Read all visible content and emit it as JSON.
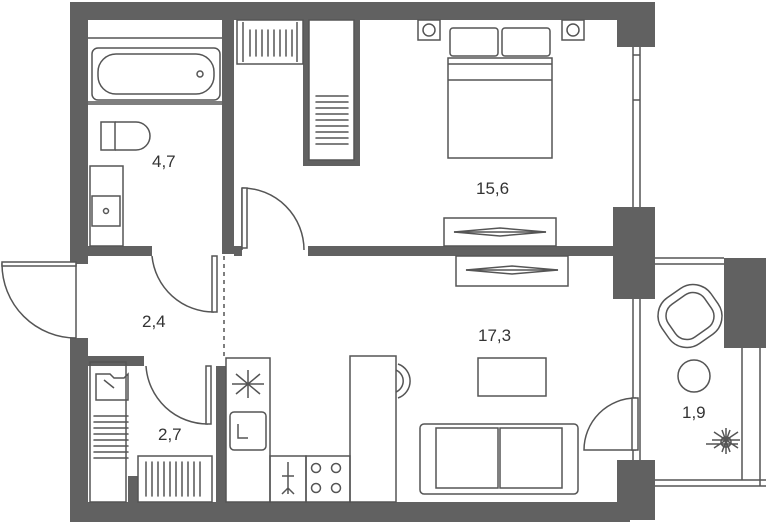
{
  "floorplan": {
    "rooms": [
      {
        "id": "bathroom",
        "area": "4,7"
      },
      {
        "id": "bedroom",
        "area": "15,6"
      },
      {
        "id": "hallway",
        "area": "2,4"
      },
      {
        "id": "living-kitchen",
        "area": "17,3"
      },
      {
        "id": "laundry-closet",
        "area": "2,7"
      },
      {
        "id": "balcony",
        "area": "1,9"
      }
    ]
  },
  "colors": {
    "wall": "#616161",
    "line": "#555555",
    "background": "#ffffff"
  }
}
